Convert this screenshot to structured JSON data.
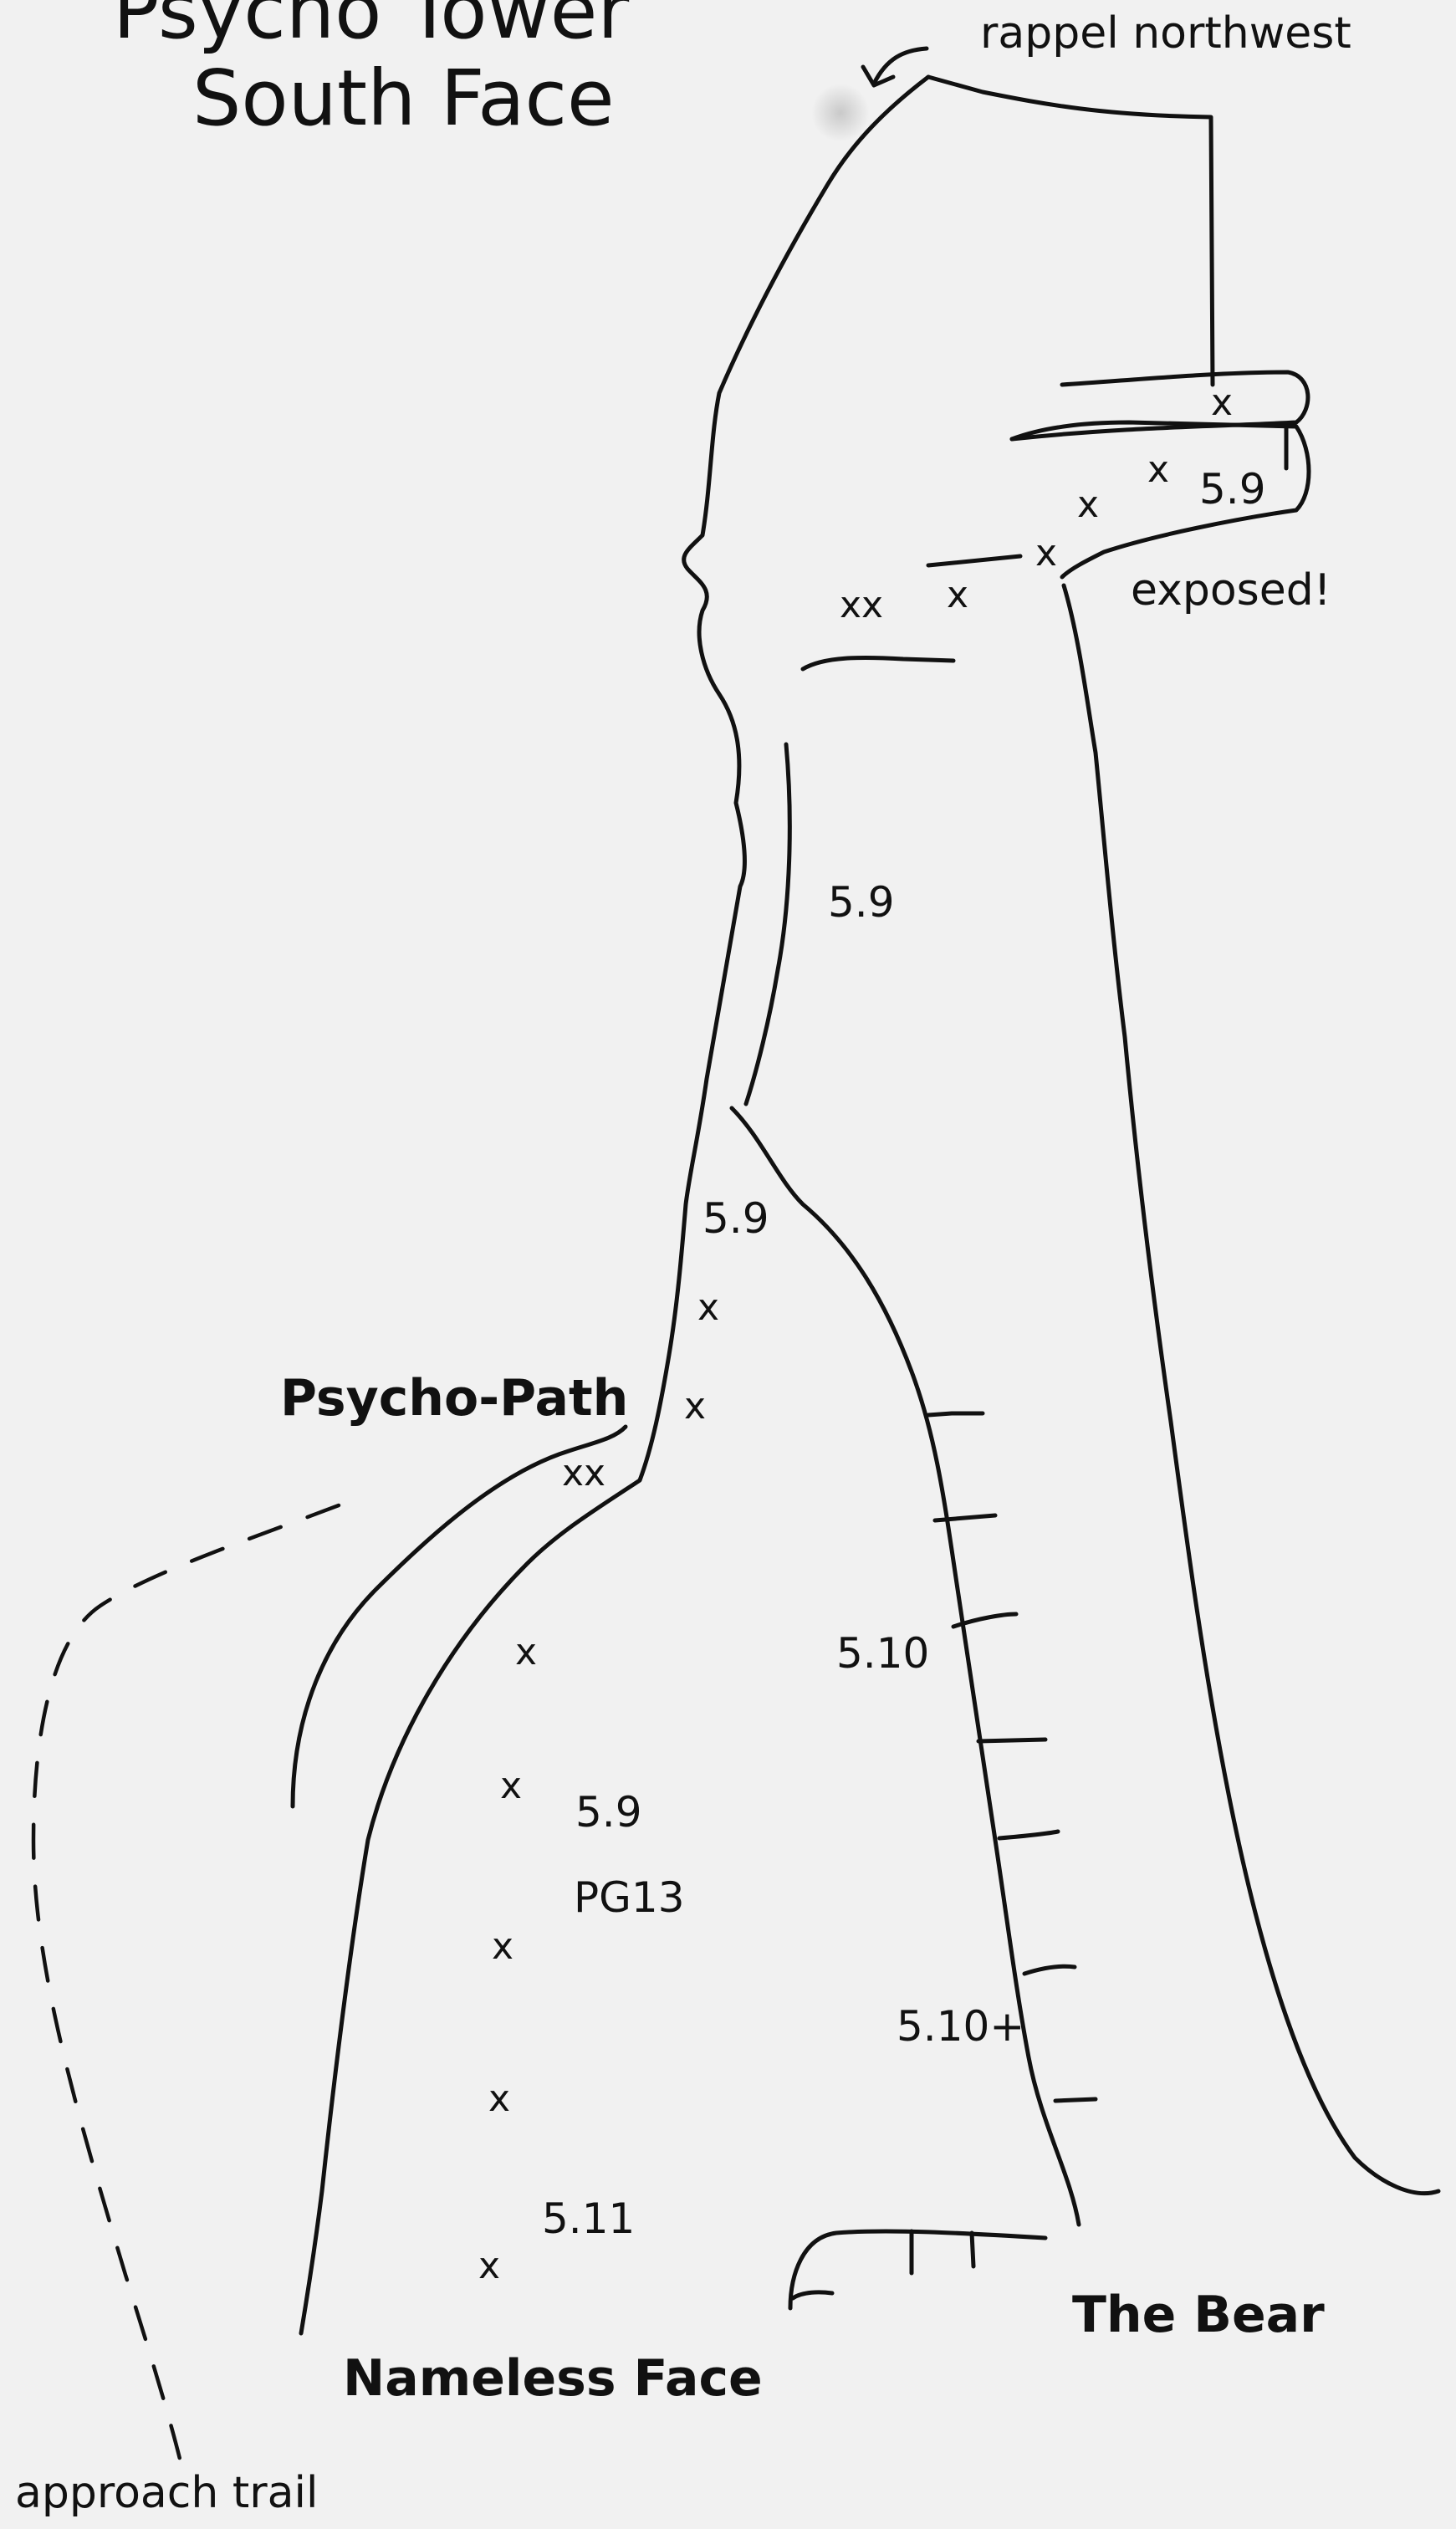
{
  "title": {
    "line1": "Psycho Tower",
    "line2": "South Face"
  },
  "annotations": {
    "rappel": "rappel northwest",
    "exposed": "exposed!",
    "approach": "approach trail"
  },
  "routes": {
    "psycho_path": "Psycho-Path",
    "nameless_face": "Nameless Face",
    "the_bear": "The Bear"
  },
  "grades": {
    "top_ledge": "5.9",
    "upper_crack": "5.9",
    "mid_path": "5.9",
    "bear_lower": "5.10",
    "bear_upper": "5.10+",
    "nameless_mid": "5.9",
    "nameless_pg": "PG13",
    "nameless_low": "5.11"
  },
  "bolt_glyph": "x",
  "double_bolt_glyph": "xx",
  "colors": {
    "background": "#f1f1f1",
    "ink": "#111111"
  }
}
